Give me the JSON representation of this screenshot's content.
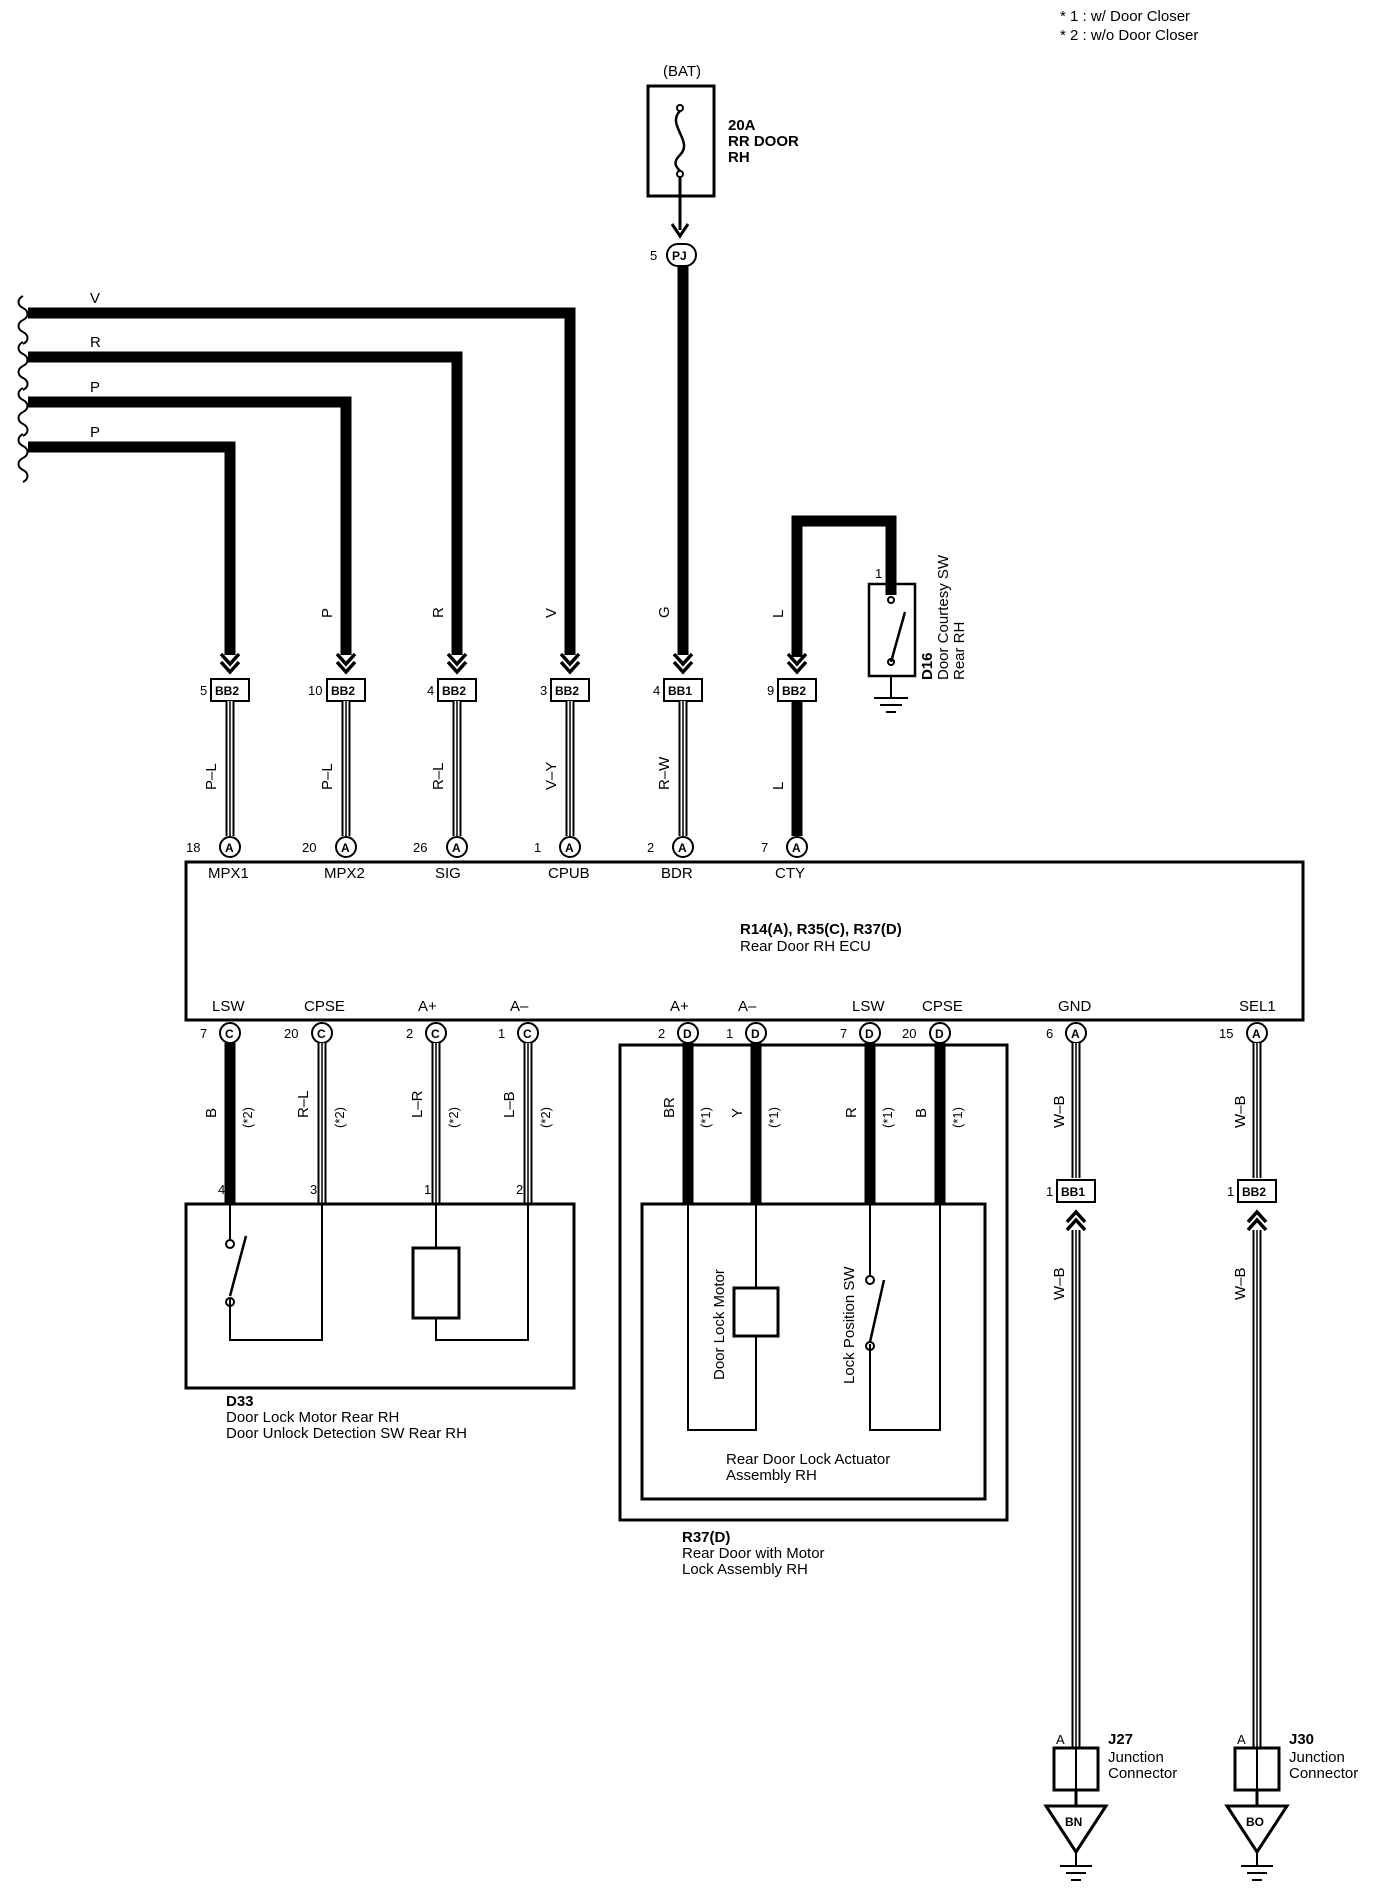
{
  "notes": [
    "* 1 : w/ Door Closer",
    "* 2 : w/o Door Closer"
  ],
  "fuse": {
    "source": "(BAT)",
    "amp": "20A",
    "name1": "RR DOOR",
    "name2": "RH"
  },
  "pj": {
    "pin": "5",
    "code": "PJ"
  },
  "left_wires": [
    "V",
    "R",
    "P",
    "P"
  ],
  "bb_wires": [
    {
      "upper_color": "",
      "pin": "5",
      "code": "BB2",
      "lower_color": "P–L",
      "ecu_pin": "18",
      "ecu_code": "A",
      "terminal": "MPX1"
    },
    {
      "upper_color": "P",
      "pin": "10",
      "code": "BB2",
      "lower_color": "P–L",
      "ecu_pin": "20",
      "ecu_code": "A",
      "terminal": "MPX2"
    },
    {
      "upper_color": "R",
      "pin": "4",
      "code": "BB2",
      "lower_color": "R–L",
      "ecu_pin": "26",
      "ecu_code": "A",
      "terminal": "SIG"
    },
    {
      "upper_color": "V",
      "pin": "3",
      "code": "BB2",
      "lower_color": "V–Y",
      "ecu_pin": "1",
      "ecu_code": "A",
      "terminal": "CPUB"
    },
    {
      "upper_color": "G",
      "pin": "4",
      "code": "BB1",
      "lower_color": "R–W",
      "ecu_pin": "2",
      "ecu_code": "A",
      "terminal": "BDR"
    },
    {
      "upper_color": "L",
      "pin": "9",
      "code": "BB2",
      "lower_color": "L",
      "ecu_pin": "7",
      "ecu_code": "A",
      "terminal": "CTY"
    }
  ],
  "courtesy": {
    "pin": "1",
    "code": "D16",
    "name1": "Door Courtesy SW",
    "name2": "Rear RH"
  },
  "ecu": {
    "code": "R14(A), R35(C), R37(D)",
    "name": "Rear Door RH ECU"
  },
  "bottom_pins": [
    {
      "terminal": "LSW",
      "pin": "7",
      "code": "C",
      "color": "B",
      "note": "(*2)",
      "dev_pin": "4"
    },
    {
      "terminal": "CPSE",
      "pin": "20",
      "code": "C",
      "color": "R–L",
      "note": "(*2)",
      "dev_pin": "3"
    },
    {
      "terminal": "A+",
      "pin": "2",
      "code": "C",
      "color": "L–R",
      "note": "(*2)",
      "dev_pin": "1"
    },
    {
      "terminal": "A–",
      "pin": "1",
      "code": "C",
      "color": "L–B",
      "note": "(*2)",
      "dev_pin": "2"
    },
    {
      "terminal": "A+",
      "pin": "2",
      "code": "D",
      "color": "BR",
      "note": "(*1)",
      "dev_pin": ""
    },
    {
      "terminal": "A–",
      "pin": "1",
      "code": "D",
      "color": "Y",
      "note": "(*1)",
      "dev_pin": ""
    },
    {
      "terminal": "LSW",
      "pin": "7",
      "code": "D",
      "color": "R",
      "note": "(*1)",
      "dev_pin": ""
    },
    {
      "terminal": "CPSE",
      "pin": "20",
      "code": "D",
      "color": "B",
      "note": "(*1)",
      "dev_pin": ""
    },
    {
      "terminal": "GND",
      "pin": "6",
      "code": "A",
      "color": "W–B",
      "note": "",
      "dev_pin": ""
    },
    {
      "terminal": "SEL1",
      "pin": "15",
      "code": "A",
      "color": "W–B",
      "note": "",
      "dev_pin": ""
    }
  ],
  "d33": {
    "code": "D33",
    "name1": "Door Lock Motor Rear RH",
    "name2": "Door Unlock Detection SW Rear RH"
  },
  "actuator": {
    "motor": "Door Lock Motor",
    "switch": "Lock Position SW",
    "name1": "Rear Door Lock Actuator",
    "name2": "Assembly RH"
  },
  "r37": {
    "code": "R37(D)",
    "name1": "Rear Door with Motor",
    "name2": "Lock Assembly RH"
  },
  "gnd_branches": [
    {
      "pin": "1",
      "code": "BB1",
      "color_top": "W–B",
      "color_bottom": "W–B",
      "j_pin": "A",
      "j_code": "J27",
      "j_name1": "Junction",
      "j_name2": "Connector",
      "ground": "BN"
    },
    {
      "pin": "1",
      "code": "BB2",
      "color_top": "W–B",
      "color_bottom": "W–B",
      "j_pin": "A",
      "j_code": "J30",
      "j_name1": "Junction",
      "j_name2": "Connector",
      "ground": "BO"
    }
  ]
}
